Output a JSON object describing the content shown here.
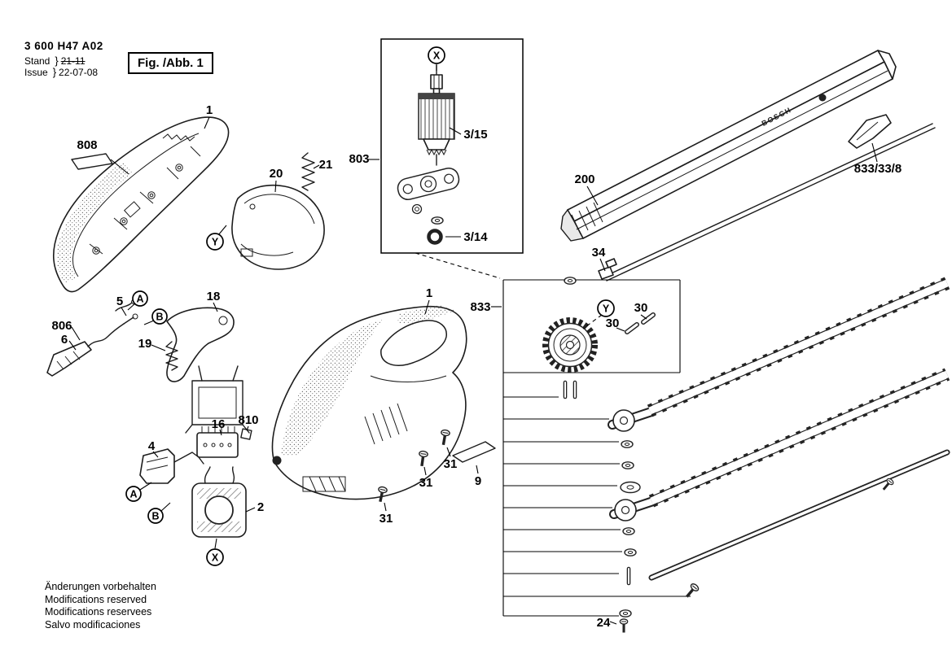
{
  "header": {
    "product_code": "3 600 H47 A02",
    "stand_label": "Stand",
    "issue_label": "Issue",
    "brace": "}",
    "stand_value": "21-11",
    "issue_value": "22-07-08",
    "figure_label": "Fig. /Abb. 1"
  },
  "footer": {
    "lines": [
      "Änderungen vorbehalten",
      "Modifications reserved",
      "Modifications reservees",
      "Salvo modificaciones"
    ]
  },
  "guard": {
    "brand": "BOSCH"
  },
  "part_labels": [
    "808",
    "1",
    "20",
    "21",
    "803",
    "3/15",
    "3/14",
    "200",
    "833/33/8",
    "34",
    "833",
    "30",
    "30",
    "5",
    "18",
    "806",
    "6",
    "19",
    "1",
    "16",
    "810",
    "4",
    "31",
    "31",
    "9",
    "31",
    "2",
    "24"
  ],
  "ref_circles": [
    "X",
    "Y",
    "A",
    "B",
    "A",
    "B",
    "X",
    "Y"
  ]
}
